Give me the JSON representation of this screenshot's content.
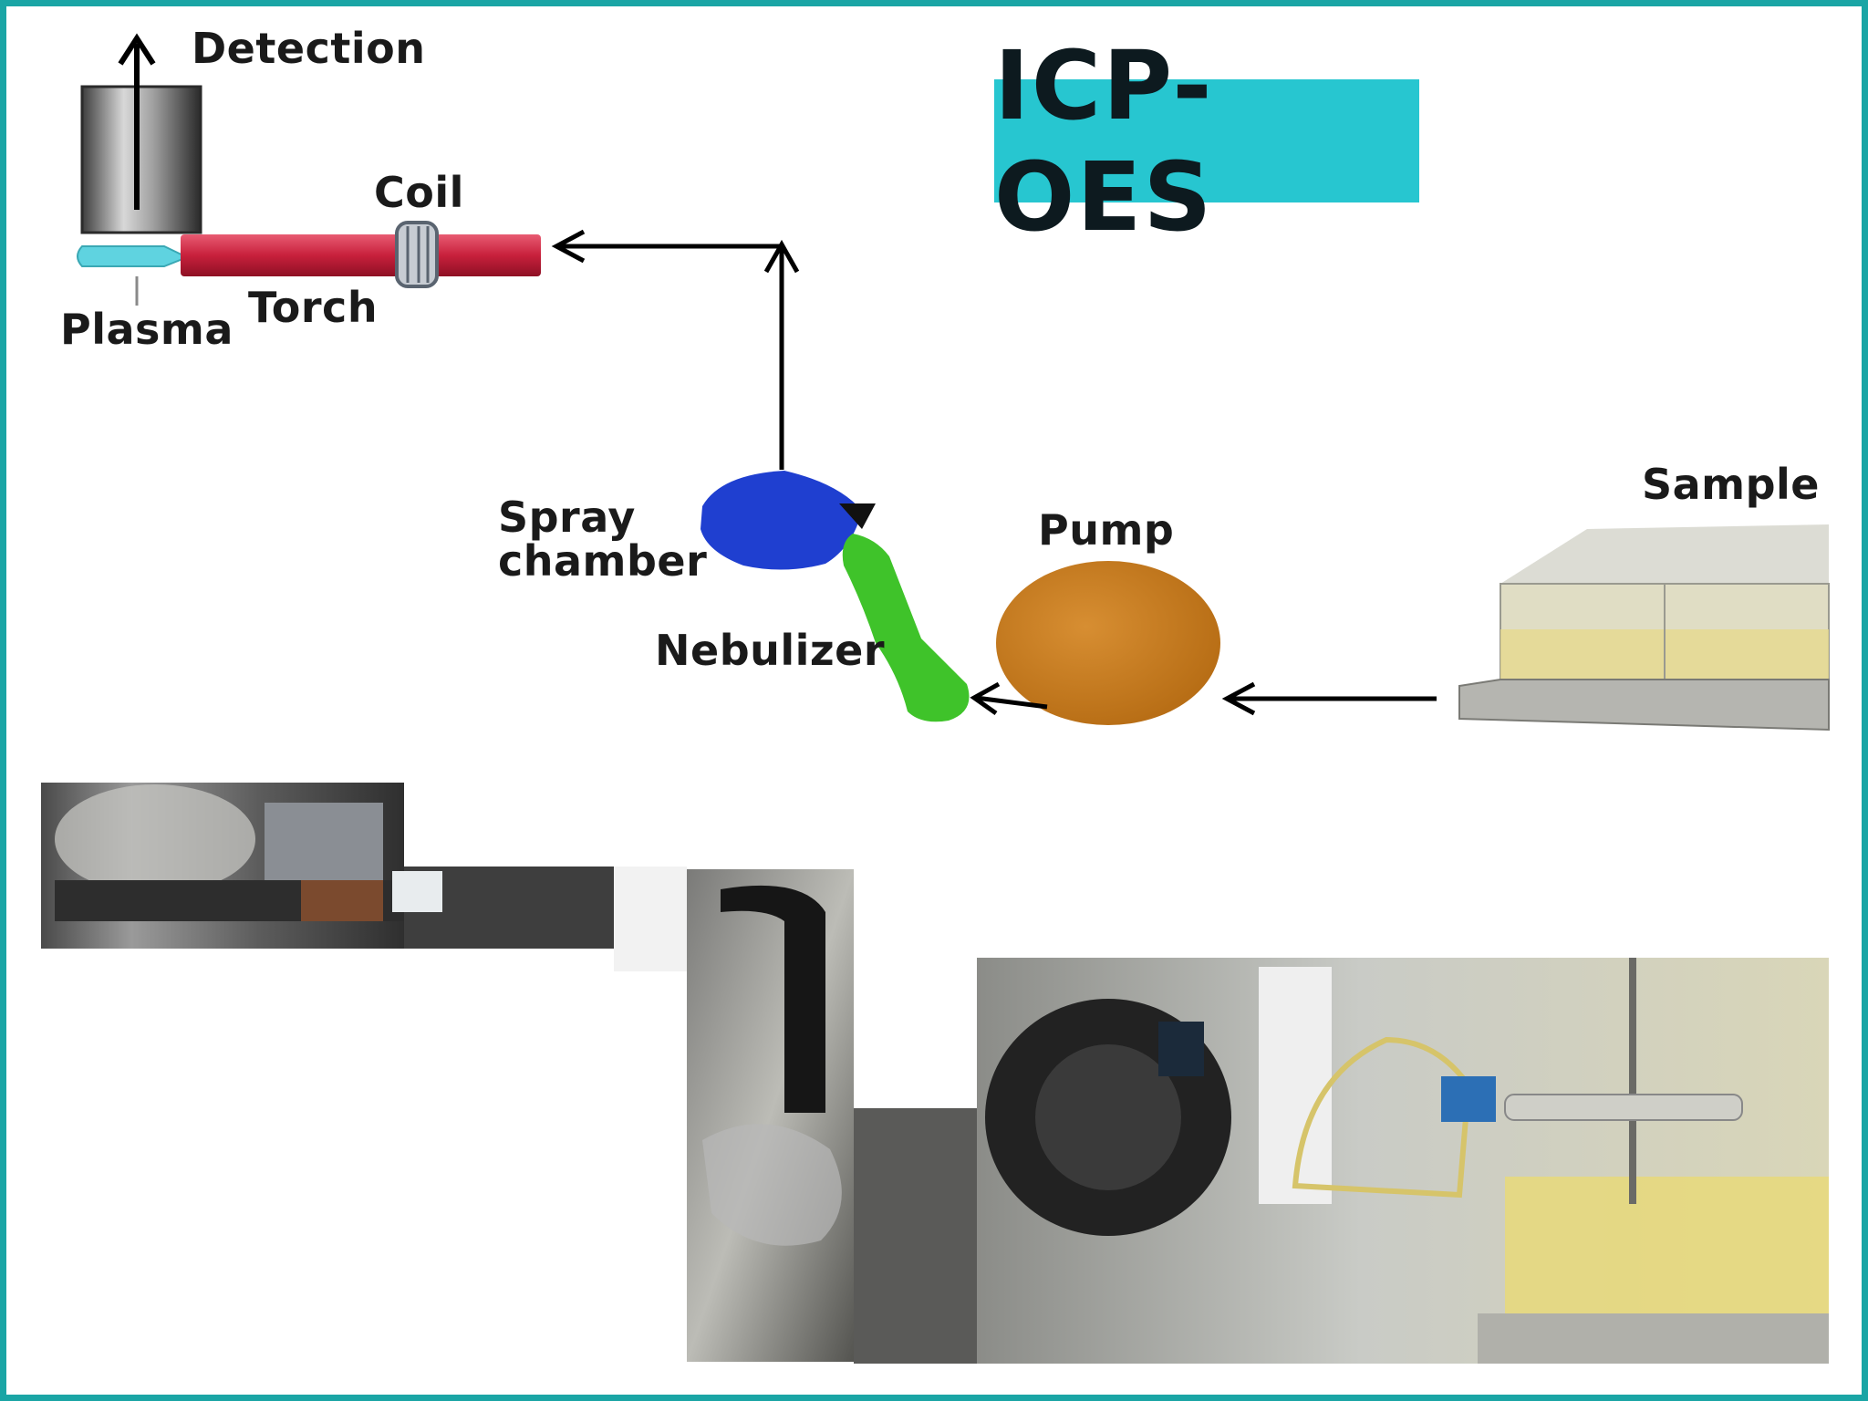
{
  "title": "ICP-OES",
  "labels": {
    "detection": "Detection",
    "coil": "Coil",
    "torch": "Torch",
    "plasma": "Plasma",
    "spray_chamber_line1": "Spray",
    "spray_chamber_line2": "chamber",
    "nebulizer": "Nebulizer",
    "pump": "Pump",
    "sample": "Sample"
  },
  "colors": {
    "frame": "#1aa5a5",
    "title_bg": "#27c6d0",
    "torch": "#d8344f",
    "pump": "#c47a1e",
    "spray_chamber": "#1f3fd0",
    "nebulizer": "#3fc32a",
    "plasma": "#5fd3e0"
  }
}
